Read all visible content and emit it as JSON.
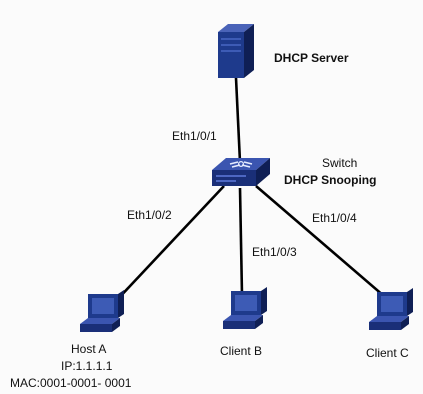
{
  "server": {
    "label": "DHCP Server",
    "icon": "server-icon"
  },
  "switch": {
    "name": "Switch",
    "feature": "DHCP Snooping",
    "icon": "switch-icon"
  },
  "ports": {
    "uplink": "Eth1/0/1",
    "host_a": "Eth1/0/2",
    "client_b": "Eth1/0/3",
    "client_c": "Eth1/0/4"
  },
  "hosts": [
    {
      "name": "Host A",
      "ip": "IP:1.1.1.1",
      "mac": "MAC:0001-0001- 0001",
      "icon": "computer-icon"
    },
    {
      "name": "Client  B",
      "icon": "computer-icon"
    },
    {
      "name": "Client  C",
      "icon": "computer-icon"
    }
  ],
  "colors": {
    "device": "#1e3a8c",
    "device_dark": "#0f1f55",
    "link": "#000000",
    "background": "#fbfbfb"
  }
}
